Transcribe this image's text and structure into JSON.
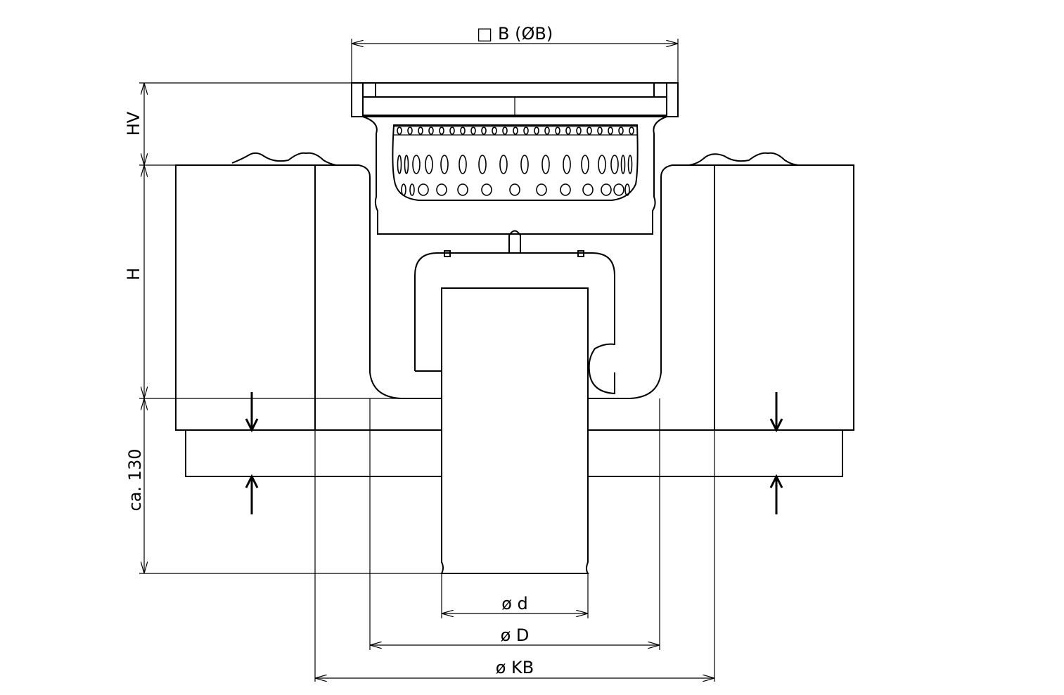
{
  "dimensions": {
    "top_width": "□ B (ØB)",
    "hv": "HV",
    "h": "H",
    "ca130": "ca. 130",
    "d": "ø d",
    "D": "ø D",
    "kb": "ø KB"
  },
  "colors": {
    "line": "#000000",
    "background": "#ffffff"
  }
}
